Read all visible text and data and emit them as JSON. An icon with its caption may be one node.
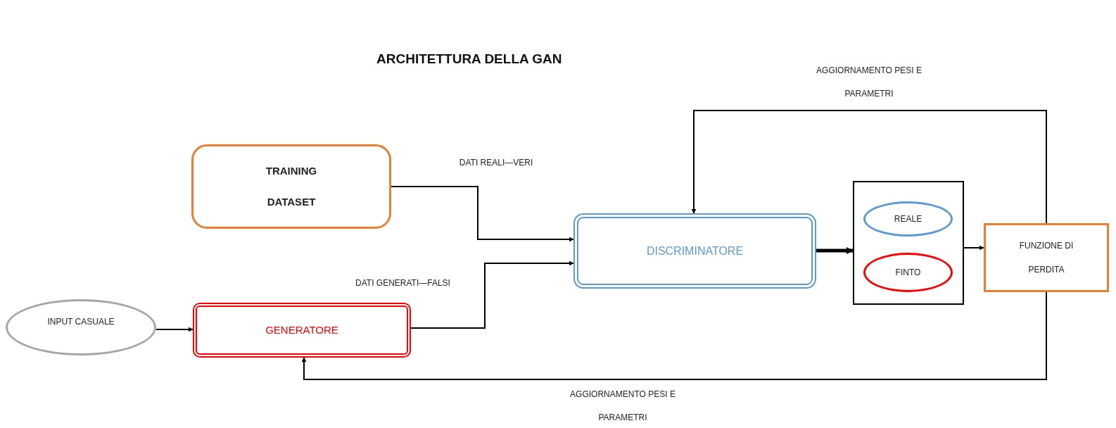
{
  "diagram": {
    "title": "ARCHITETTURA DELLA GAN",
    "nodes": [
      {
        "text": [
          "TRAINING DATASET"
        ]
      },
      {
        "text": [
          "INPUT CASUALE"
        ]
      },
      {
        "text": [
          "GENERATORE"
        ]
      },
      {
        "text": [
          "DISCRIMINATORE"
        ]
      },
      {
        "text": [],
        "shape": "box"
      },
      {
        "text": [
          "REALE"
        ],
        "in": 4
      },
      {
        "text": [
          "FINTO"
        ],
        "in": 4
      },
      {
        "text": [
          "FUNZIONE DI PERDITA"
        ]
      }
    ],
    "edges": [
      {
        "from": 0,
        "to": 3,
        "arrow": "to",
        "label": "DATI REALI—VERI"
      },
      {
        "from": 2,
        "to": 3,
        "arrow": "to",
        "label": "DATI GENERATI—FALSI"
      },
      {
        "from": 1,
        "to": 2,
        "arrow": "to"
      },
      {
        "from": 3,
        "to": 4,
        "arrow": "to",
        "style": "thick"
      },
      {
        "from": 4,
        "to": 7,
        "arrow": "to"
      },
      {
        "from": 7,
        "to": 3,
        "arrow": "to",
        "label": "AGGIORNAMENTO PESI E PARAMETRI"
      },
      {
        "from": 7,
        "to": 2,
        "arrow": "to",
        "label": "AGGIORNAMENTO PESI E PARAMETRI"
      }
    ]
  }
}
